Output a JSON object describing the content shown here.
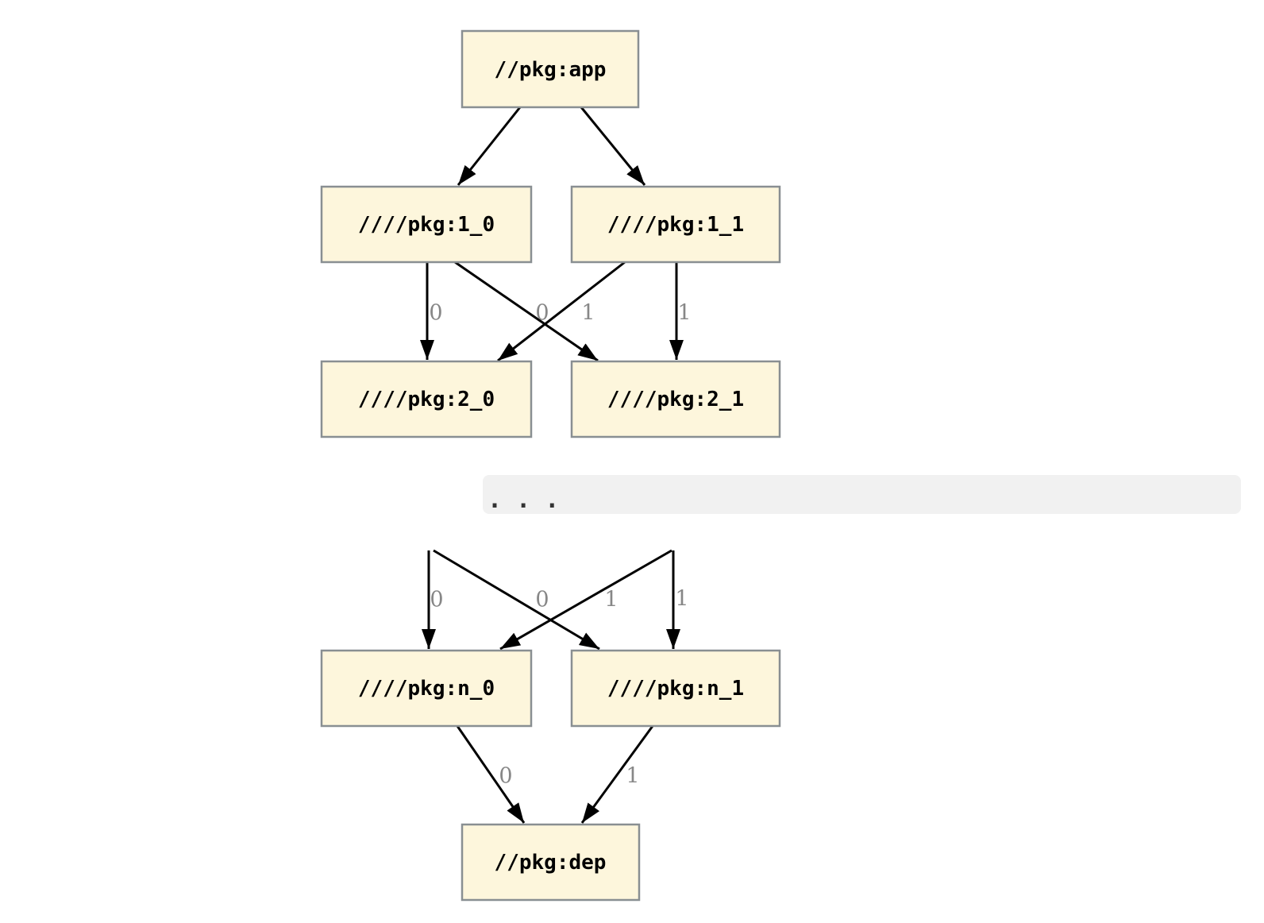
{
  "diagram": {
    "kind": "dependency-graph",
    "nodes": [
      {
        "id": "app",
        "label": "//pkg:app"
      },
      {
        "id": "1_0",
        "label": "////pkg:1_0"
      },
      {
        "id": "1_1",
        "label": "////pkg:1_1"
      },
      {
        "id": "2_0",
        "label": "////pkg:2_0"
      },
      {
        "id": "2_1",
        "label": "////pkg:2_1"
      },
      {
        "id": "n_0",
        "label": "////pkg:n_0"
      },
      {
        "id": "n_1",
        "label": "////pkg:n_1"
      },
      {
        "id": "dep",
        "label": "//pkg:dep"
      }
    ],
    "edges": [
      {
        "from": "app",
        "to": "1_0",
        "label": ""
      },
      {
        "from": "app",
        "to": "1_1",
        "label": ""
      },
      {
        "from": "1_0",
        "to": "2_0",
        "label": "0"
      },
      {
        "from": "1_0",
        "to": "2_1",
        "label": "1"
      },
      {
        "from": "1_1",
        "to": "2_0",
        "label": "0"
      },
      {
        "from": "1_1",
        "to": "2_1",
        "label": "1"
      },
      {
        "from": "ellipsis",
        "to": "n_0",
        "label": "0"
      },
      {
        "from": "ellipsis",
        "to": "n_1",
        "label": "1"
      },
      {
        "from": "ellipsis",
        "to": "n_0",
        "label": "0"
      },
      {
        "from": "ellipsis",
        "to": "n_1",
        "label": "1"
      },
      {
        "from": "n_0",
        "to": "dep",
        "label": "0"
      },
      {
        "from": "n_1",
        "to": "dep",
        "label": "1"
      }
    ],
    "separator": {
      "label": ". . ."
    },
    "colors": {
      "node_fill": "#fdf6dc",
      "node_border": "#898f92",
      "edge": "#000000",
      "edge_label": "#878787",
      "separator_fill": "#f1f1f1"
    }
  }
}
